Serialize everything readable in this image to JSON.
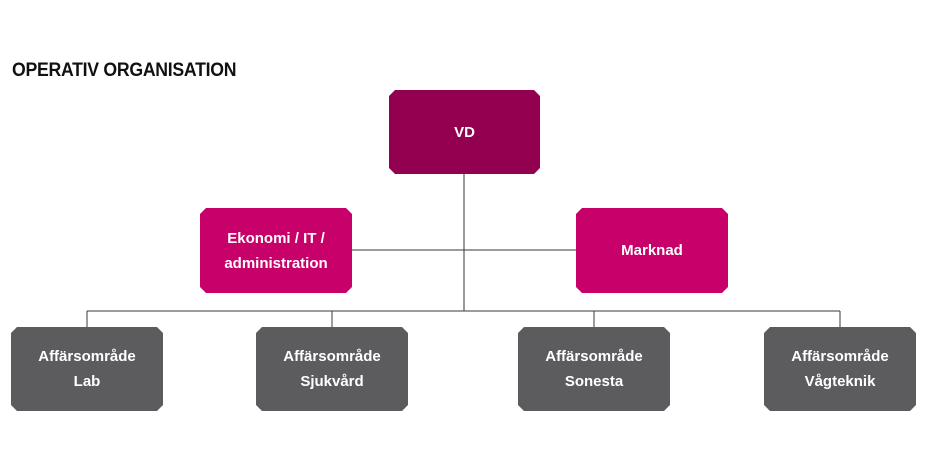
{
  "title": "OPERATIV ORGANISATION",
  "colors": {
    "vd": "#93004f",
    "staff": "#c8006a",
    "business_area": "#5c5c5e",
    "connector": "#3a3a3a"
  },
  "vd": {
    "label": "VD"
  },
  "staff": [
    {
      "lines": [
        "Ekonomi / IT /",
        "administration"
      ]
    },
    {
      "lines": [
        "Marknad"
      ]
    }
  ],
  "business_areas": [
    {
      "lines": [
        "Affärsområde",
        "Lab"
      ]
    },
    {
      "lines": [
        "Affärsområde",
        "Sjukvård"
      ]
    },
    {
      "lines": [
        "Affärsområde",
        "Sonesta"
      ]
    },
    {
      "lines": [
        "Affärsområde",
        "Vågteknik"
      ]
    }
  ]
}
